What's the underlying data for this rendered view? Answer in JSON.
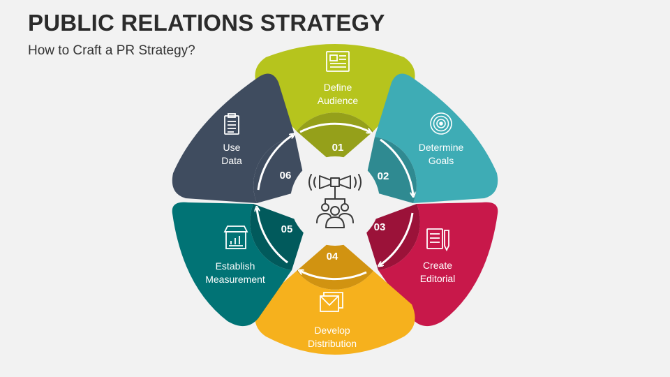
{
  "header": {
    "title": "PUBLIC RELATIONS STRATEGY",
    "subtitle": "How to Craft a PR Strategy?"
  },
  "center_icon": "megaphone-team-icon",
  "steps": [
    {
      "number": "01",
      "line1": "Define",
      "line2": "Audience",
      "icon": "newspaper-icon",
      "color": "#b6c41d",
      "inner_color": "#95a01a"
    },
    {
      "number": "02",
      "line1": "Determine",
      "line2": "Goals",
      "icon": "target-icon",
      "color": "#3eacb5",
      "inner_color": "#2f8a91"
    },
    {
      "number": "03",
      "line1": "Create",
      "line2": "Editorial",
      "icon": "document-pen-icon",
      "color": "#c8184a",
      "inner_color": "#9b1239"
    },
    {
      "number": "04",
      "line1": "Develop",
      "line2": "Distribution",
      "icon": "mail-icon",
      "color": "#f6b11d",
      "inner_color": "#d19311"
    },
    {
      "number": "05",
      "line1": "Establish",
      "line2": "Measurement",
      "icon": "store-chart-icon",
      "color": "#017375",
      "inner_color": "#015a5c"
    },
    {
      "number": "06",
      "line1": "Use",
      "line2": "Data",
      "icon": "clipboard-icon",
      "color": "#3f4c5f",
      "inner_color": "#3f4c5f"
    }
  ]
}
